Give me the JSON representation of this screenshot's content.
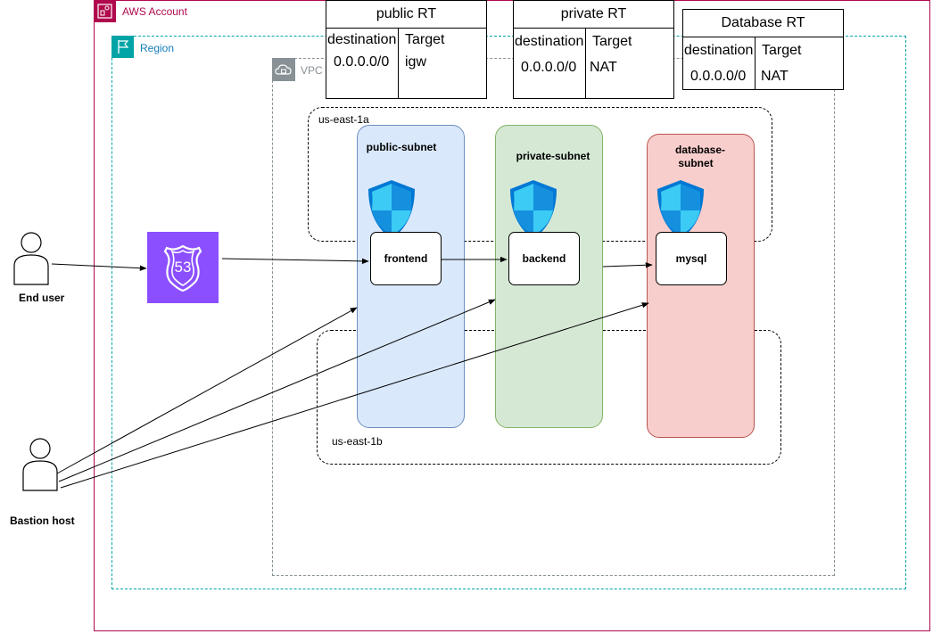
{
  "account": {
    "label": "AWS Account"
  },
  "region": {
    "label": "Region"
  },
  "vpc": {
    "label": "VPC"
  },
  "azs": {
    "a": "us-east-1a",
    "b": "us-east-1b"
  },
  "subnets": {
    "public": "public-subnet",
    "private": "private-subnet",
    "database_line1": "database-",
    "database_line2": "subnet"
  },
  "services": {
    "frontend": "frontend",
    "backend": "backend",
    "mysql": "mysql"
  },
  "actors": {
    "end_user": "End user",
    "bastion": "Bastion host"
  },
  "route53": {
    "badge": "53",
    "color": "#8c4fff"
  },
  "route_tables": [
    {
      "title": "public RT",
      "col1": "destination",
      "col2": "Target",
      "dest": "0.0.0.0/0",
      "target": "igw"
    },
    {
      "title": "private RT",
      "col1": "destination",
      "col2": "Target",
      "dest": "0.0.0.0/0",
      "target": "NAT"
    },
    {
      "title": "Database RT",
      "col1": "destination",
      "col2": "Target",
      "dest": "0.0.0.0/0",
      "target": "NAT"
    }
  ],
  "colors": {
    "account": "#b0084d",
    "region": "#00a4a6",
    "vpc": "#879196",
    "public_subnet": "#dae8fc",
    "private_subnet": "#d5e8d4",
    "database_subnet": "#f8cecc"
  }
}
